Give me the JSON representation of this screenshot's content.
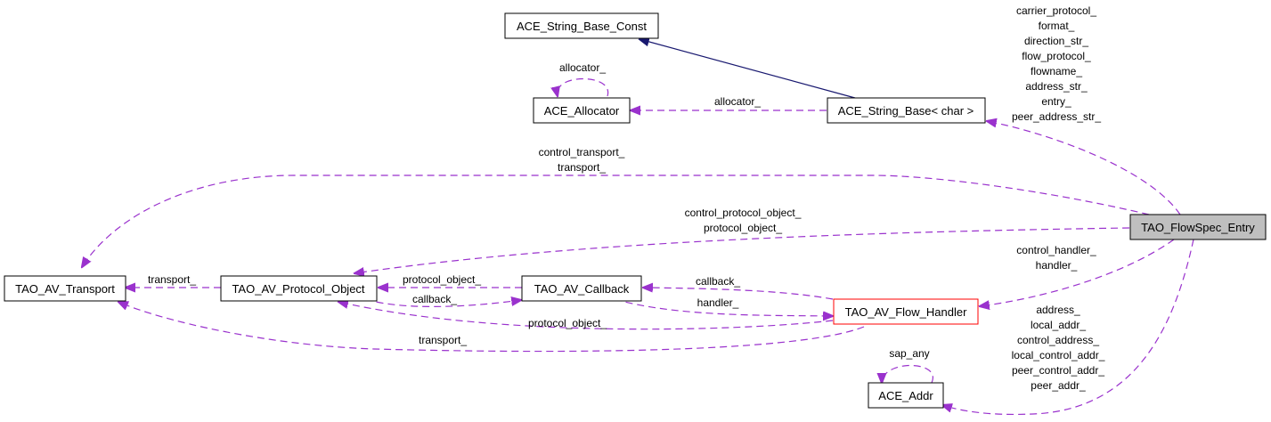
{
  "diagram": {
    "title": "TAO_FlowSpec_Entry collaboration graph",
    "colors": {
      "usage_edge": "#9a32cd",
      "inheritance_edge": "#191970",
      "focus_fill": "#bfbfbf",
      "truncated_border": "#ff0000"
    },
    "nodes": {
      "flowspec_entry": "TAO_FlowSpec_Entry",
      "string_base_const": "ACE_String_Base_Const",
      "allocator": "ACE_Allocator",
      "string_base_char": "ACE_String_Base< char >",
      "av_transport": "TAO_AV_Transport",
      "av_protocol_object": "TAO_AV_Protocol_Object",
      "av_callback": "TAO_AV_Callback",
      "av_flow_handler": "TAO_AV_Flow_Handler",
      "ace_addr": "ACE_Addr"
    },
    "edges": {
      "string_fields": [
        "carrier_protocol_",
        "format_",
        "direction_str_",
        "flow_protocol_",
        "flowname_",
        "address_str_",
        "entry_",
        "peer_address_str_"
      ],
      "allocator_self": [
        "allocator_"
      ],
      "string_allocator": [
        "allocator_"
      ],
      "transport_fields": [
        "control_transport_",
        "transport_"
      ],
      "protocol_object_fields": [
        "control_protocol_object_",
        "protocol_object_"
      ],
      "handler_fields": [
        "control_handler_",
        "handler_"
      ],
      "addr_fields": [
        "address_",
        "local_addr_",
        "control_address_",
        "local_control_addr_",
        "peer_control_addr_",
        "peer_addr_"
      ],
      "addr_self": [
        "sap_any"
      ],
      "protocol_to_transport": [
        "transport_"
      ],
      "callback_to_protocol": [
        "protocol_object_"
      ],
      "protocol_to_callback": [
        "callback_"
      ],
      "handler_to_callback": [
        "callback_"
      ],
      "callback_to_handler": [
        "handler_"
      ],
      "handler_to_protocol": [
        "protocol_object_"
      ],
      "handler_to_transport": [
        "transport_"
      ]
    }
  }
}
